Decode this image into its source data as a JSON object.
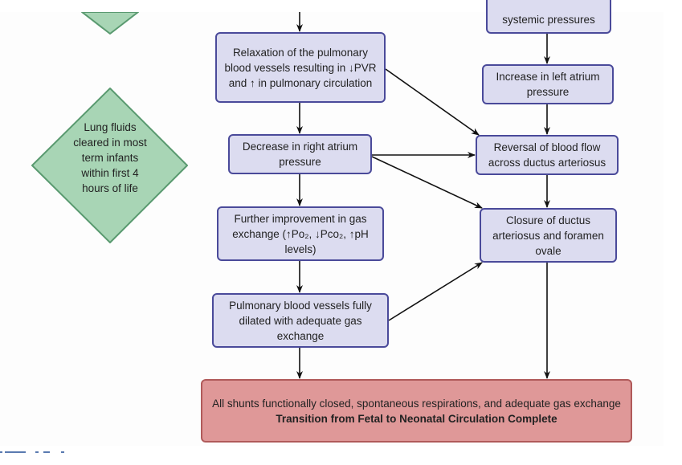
{
  "diagram": {
    "nodes": {
      "systemic": "systemic pressures",
      "relaxation": "Relaxation of the pulmonary blood vessels resulting in ↓PVR and ↑ in pulmonary circulation",
      "left_atrium": "Increase in left atrium pressure",
      "right_atrium": "Decrease in right atrium pressure",
      "reversal": "Reversal of blood flow across ductus arteriosus",
      "gas_exchange": "Further improvement in gas exchange (↑Po₂, ↓Pco₂, ↑pH levels)",
      "closure": "Closure of ductus arteriosus and foramen ovale",
      "dilated": "Pulmonary blood vessels fully dilated with adequate gas exchange",
      "lung_fluids": "Lung fluids cleared in most term infants within first 4 hours of life"
    },
    "final": {
      "text": "All shunts functionally closed, spontaneous respirations, and adequate gas exchange",
      "title": "Transition from Fetal to Neonatal Circulation Complete"
    },
    "colors": {
      "process_fill": "#dcdcf0",
      "process_border": "#4a4a9a",
      "decision_fill": "#a8d5b5",
      "decision_border": "#5a9a70",
      "final_fill": "#df9898",
      "final_border": "#b05a5a"
    }
  }
}
